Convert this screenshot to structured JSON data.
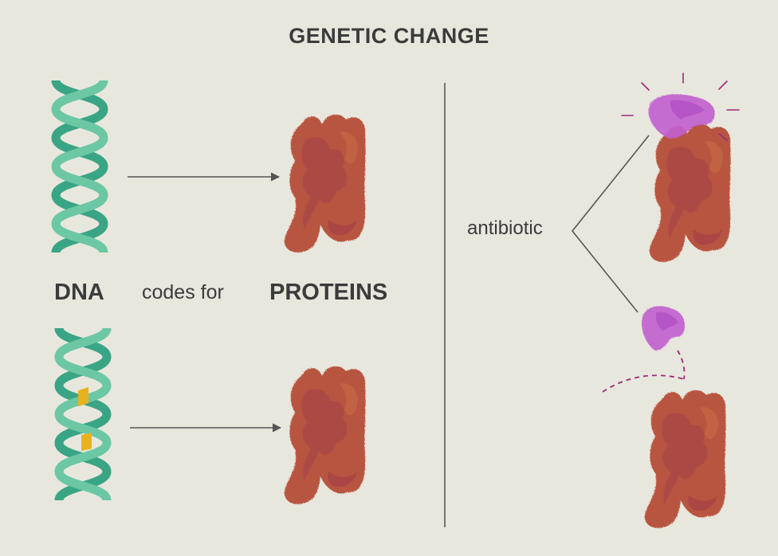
{
  "title": "GENETIC CHANGE",
  "labels": {
    "dna": "DNA",
    "codes_for": "codes for",
    "proteins": "PROTEINS",
    "antibiotic": "antibiotic"
  },
  "colors": {
    "background": "#e8e7dd",
    "dna_strand": "#3aa585",
    "dna_strand_light": "#6cc7a5",
    "mutation": "#e8b21f",
    "protein": "#b8553f",
    "protein_dark": "#98354a",
    "antibiotic": "#c25fd0",
    "binding_lines": "#9b2b7a",
    "text": "#3b3b3b",
    "lines": "#555555"
  }
}
